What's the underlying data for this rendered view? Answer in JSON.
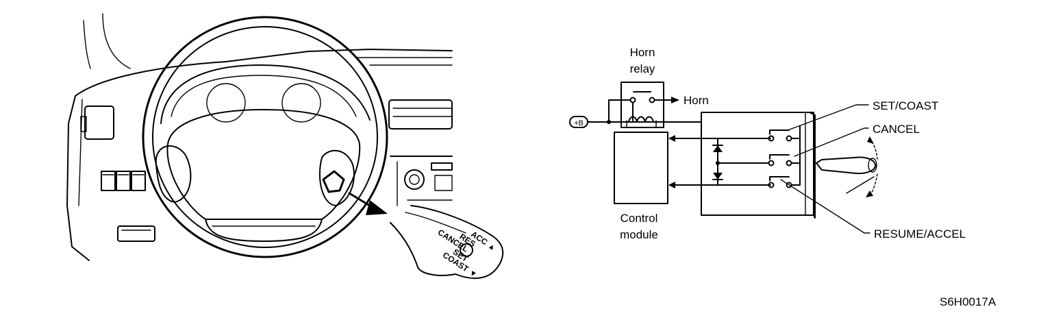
{
  "left_illustration": {
    "lever_labels": {
      "acc": "ACC",
      "res": "RES",
      "cancel": "CANCEL",
      "set": "SET",
      "coast": "COAST",
      "up_arrow": "▲",
      "down_arrow": "▼"
    }
  },
  "schematic": {
    "horn_relay_line1": "Horn",
    "horn_relay_line2": "relay",
    "horn_label": "Horn",
    "battery_label": "+B",
    "control_module_line1": "Control",
    "control_module_line2": "module",
    "switch_labels": {
      "set_coast": "SET/COAST",
      "cancel": "CANCEL",
      "resume_accel": "RESUME/ACCEL"
    }
  },
  "figure_code": "S6H0017A"
}
